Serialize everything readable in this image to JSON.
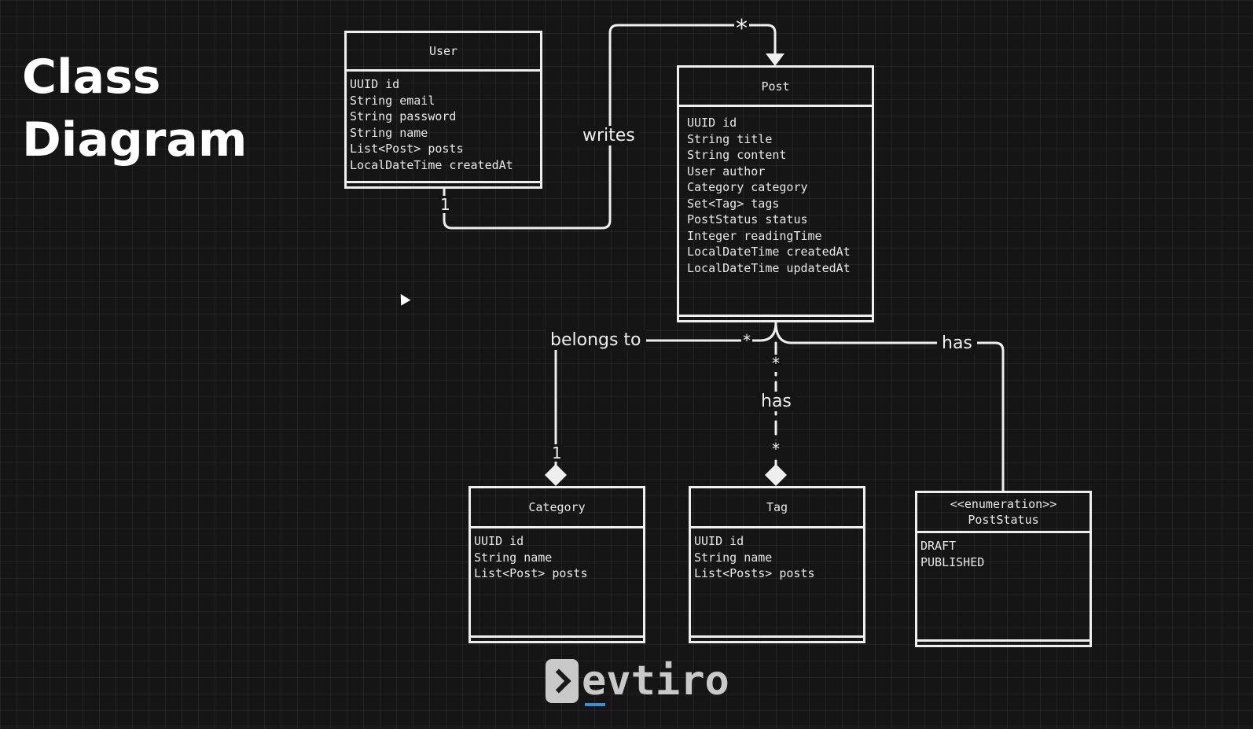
{
  "title": {
    "line1": "Class",
    "line2": "Diagram"
  },
  "classes": {
    "user": {
      "name": "User",
      "attributes": [
        "UUID id",
        "String email",
        "String password",
        "String name",
        "List<Post> posts",
        "LocalDateTime createdAt"
      ]
    },
    "post": {
      "name": "Post",
      "attributes": [
        "UUID id",
        "String title",
        "String content",
        "User author",
        "Category category",
        "Set<Tag> tags",
        "PostStatus status",
        "Integer readingTime",
        "LocalDateTime createdAt",
        "LocalDateTime updatedAt"
      ]
    },
    "category": {
      "name": "Category",
      "attributes": [
        "UUID id",
        "String name",
        "List<Post> posts"
      ]
    },
    "tag": {
      "name": "Tag",
      "attributes": [
        "UUID id",
        "String name",
        "List<Posts> posts"
      ]
    },
    "post_status": {
      "stereotype": "<<enumeration>>",
      "name": "PostStatus",
      "attributes": [
        "DRAFT",
        "PUBLISHED"
      ]
    }
  },
  "relations": {
    "writes": {
      "label": "writes",
      "from_mult": "1",
      "to_mult": "*"
    },
    "belongs_to": {
      "label": "belongs to",
      "from_mult": "*",
      "to_mult": "1"
    },
    "has_tags": {
      "label": "has",
      "from_mult": "*",
      "to_mult": "*"
    },
    "has_status": {
      "label": "has"
    }
  },
  "logo": {
    "text": "evtiro"
  },
  "colors": {
    "background": "#151515",
    "line": "#eeeeee",
    "logo": "#c9c9c9",
    "logo_accent": "#3a8fd9"
  }
}
